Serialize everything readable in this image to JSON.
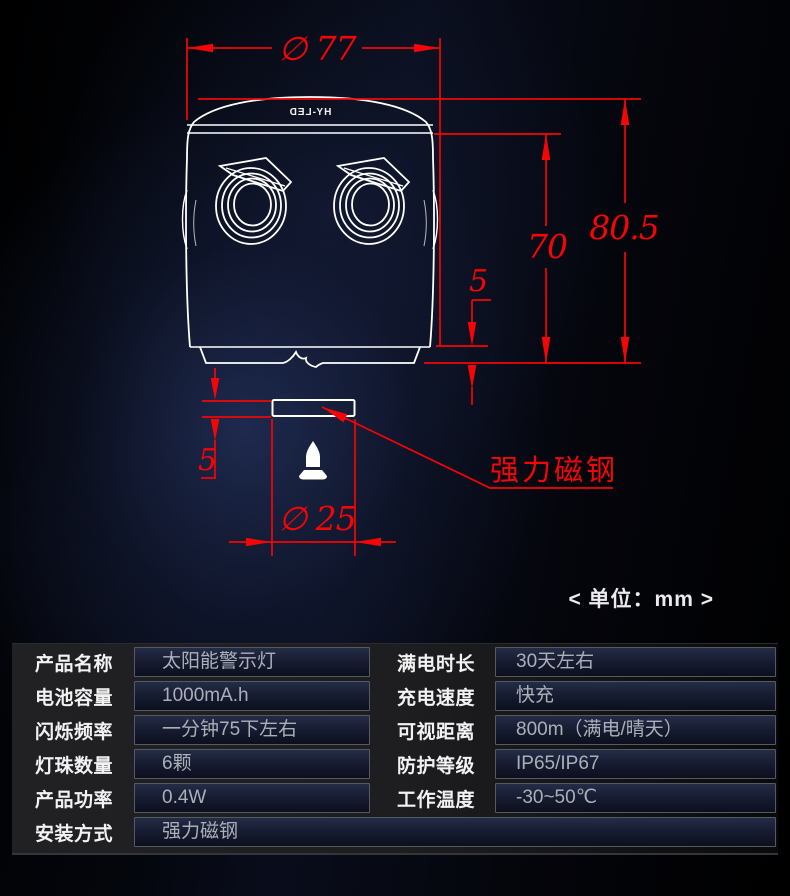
{
  "drawing": {
    "logo": "HY-LED",
    "dims": {
      "d77": "∅ 77",
      "h805": "80.5",
      "h70": "70",
      "gap5": "5",
      "mag5": "5",
      "d25": "∅ 25"
    },
    "callout": "强力磁钢",
    "unit_note": "< 单位：mm >",
    "colors": {
      "dimension_red": "#f50505",
      "line_white": "#ffffff"
    }
  },
  "spec_table": {
    "left": [
      {
        "label": "产品名称",
        "value": "太阳能警示灯"
      },
      {
        "label": "电池容量",
        "value": "1000mA.h"
      },
      {
        "label": "闪烁频率",
        "value": "一分钟75下左右"
      },
      {
        "label": "灯珠数量",
        "value": "6颗"
      },
      {
        "label": "产品功率",
        "value": "0.4W"
      },
      {
        "label": "安装方式",
        "value": "强力磁钢"
      }
    ],
    "right": [
      {
        "label": "满电时长",
        "value": "30天左右"
      },
      {
        "label": "充电速度",
        "value": "快充"
      },
      {
        "label": "可视距离",
        "value": "800m（满电/晴天）"
      },
      {
        "label": "防护等级",
        "value": "IP65/IP67"
      },
      {
        "label": "工作温度",
        "value": "-30~50℃"
      }
    ]
  }
}
